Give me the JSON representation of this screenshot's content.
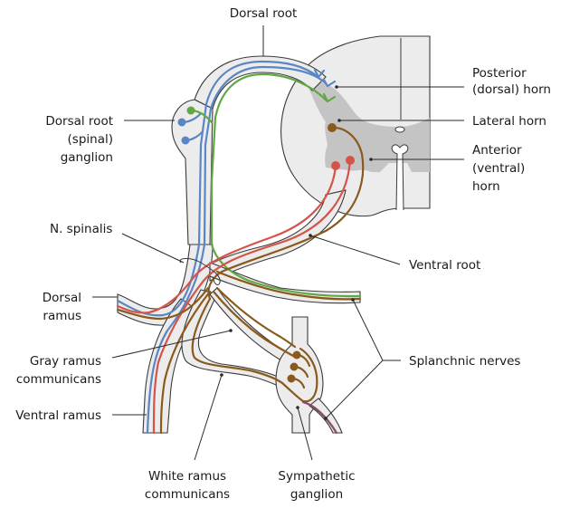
{
  "diagram": {
    "title": "Spinal nerve and sympathetic pathways",
    "colors": {
      "sensory_somatic": "#5b86c4",
      "sensory_visceral": "#5fa843",
      "motor_somatic": "#d4544a",
      "motor_visceral": "#8a5a1c",
      "postganglionic_splanchnic": "#8a4a6a",
      "white_matter": "#ececec",
      "gray_matter": "#c4c4c4",
      "outline": "#3a3a3a"
    },
    "labels": {
      "dorsal_root": "Dorsal root",
      "posterior_horn_line1": "Posterior",
      "posterior_horn_line2": "(dorsal) horn",
      "lateral_horn": "Lateral horn",
      "anterior_horn_line1": "Anterior",
      "anterior_horn_line2": "(ventral)",
      "anterior_horn_line3": "horn",
      "drg_line1": "Dorsal root",
      "drg_line2": "(spinal)",
      "drg_line3": "ganglion",
      "n_spinalis": "N. spinalis",
      "ventral_root": "Ventral root",
      "dorsal_ramus_line1": "Dorsal",
      "dorsal_ramus_line2": "ramus",
      "gray_ramus_line1": "Gray ramus",
      "gray_ramus_line2": "communicans",
      "splanchnic_nerves": "Splanchnic nerves",
      "ventral_ramus": "Ventral ramus",
      "white_ramus_line1": "White ramus",
      "white_ramus_line2": "communicans",
      "symp_ganglion_line1": "Sympathetic",
      "symp_ganglion_line2": "ganglion"
    }
  }
}
